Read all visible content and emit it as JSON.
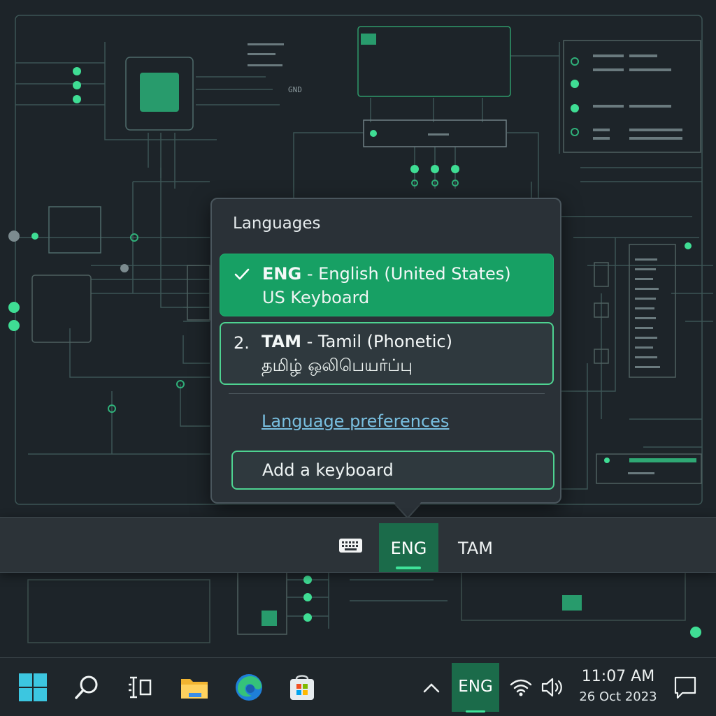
{
  "flyout": {
    "title": "Languages",
    "languages": [
      {
        "marker": "✓",
        "code": "ENG",
        "name": " - English (United States)",
        "keyboard": "US Keyboard",
        "selected": true
      },
      {
        "marker": "2.",
        "code": "TAM",
        "name": " - Tamil (Phonetic)",
        "keyboard": "தமிழ் ஒலிபெயர்ப்பு",
        "selected": false
      }
    ],
    "preferences_link": "Language preferences",
    "add_keyboard": "Add a keyboard"
  },
  "language_bar": {
    "keyboard_icon": "keyboard-icon",
    "active": "ENG",
    "other": "TAM"
  },
  "taskbar": {
    "apps": [
      "start-icon",
      "search-icon",
      "task-view-icon",
      "file-explorer-icon",
      "edge-icon",
      "store-icon"
    ],
    "tray": {
      "chevron": "chevron-up-icon",
      "input_indicator": "ENG",
      "wifi": "wifi-icon",
      "volume": "volume-icon",
      "time": "11:07 AM",
      "date": "26 Oct 2023",
      "notifications": "notification-icon"
    }
  },
  "wallpaper": {
    "labels": [
      "GND"
    ]
  },
  "colors": {
    "accent": "#17a064",
    "accent_bright": "#4ed391",
    "link": "#79bfe0",
    "panel": "#2a3137",
    "background": "#1d2429"
  }
}
